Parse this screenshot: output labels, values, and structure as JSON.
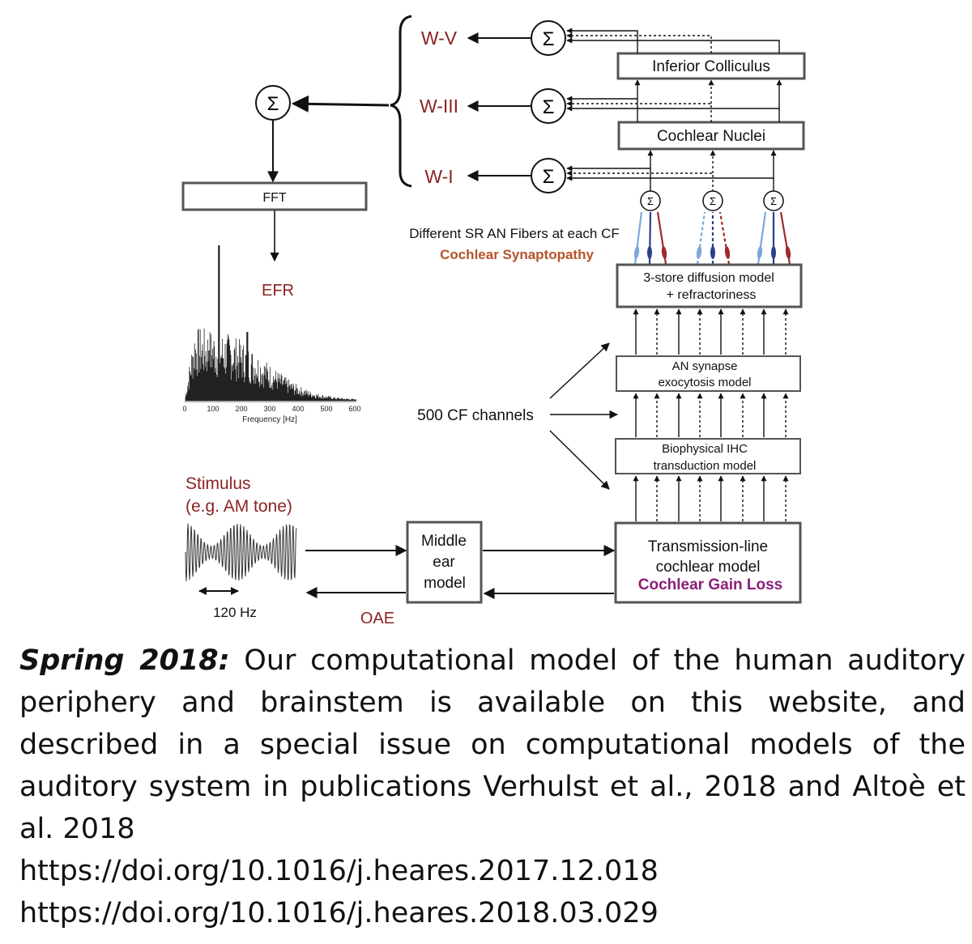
{
  "diagram": {
    "waves": [
      "W-V",
      "W-III",
      "W-I"
    ],
    "sum_symbol": "Σ",
    "boxes": {
      "inferior_colliculus": "Inferior Colliculus",
      "cochlear_nuclei": "Cochlear Nuclei",
      "fft": "FFT",
      "diffusion_line1": "3-store diffusion model",
      "diffusion_line2": "+ refractoriness",
      "synapse_line1": "AN synapse",
      "synapse_line2": "exocytosis model",
      "ihc_line1": "Biophysical IHC",
      "ihc_line2": "transduction model",
      "tl_line1": "Transmission-line",
      "tl_line2": "cochlear model",
      "tl_line3": "Cochlear Gain Loss",
      "middle_ear_line1": "Middle",
      "middle_ear_line2": "ear",
      "middle_ear_line3": "model"
    },
    "labels": {
      "an_fibers": "Different SR AN Fibers at each CF",
      "synaptopathy": "Cochlear Synaptopathy",
      "efr": "EFR",
      "cf_channels": "500 CF channels",
      "stimulus_line1": "Stimulus",
      "stimulus_line2": "(e.g. AM tone)",
      "period": "120 Hz",
      "oae": "OAE"
    },
    "spectrum": {
      "xlabel": "Frequency [Hz]",
      "ticks": [
        "0",
        "100",
        "200",
        "300",
        "400",
        "500",
        "600"
      ]
    },
    "colors": {
      "dark_red": "#8b2323",
      "brown": "#b5532a",
      "purple": "#8a1f78",
      "fiber_light_blue": "#7aa8de",
      "fiber_dark_blue": "#2b3f8c",
      "fiber_red": "#9e2a2a"
    }
  },
  "caption": {
    "lead": "Spring 2018:",
    "body": " Our computational model of the human auditory periphery and brainstem is available on this website, and described in a special issue on computational models of the auditory system in publications Verhulst et al., 2018 and Altoè et al. 2018",
    "doi1": "https://doi.org/10.1016/j.heares.2017.12.018",
    "doi2": "https://doi.org/10.1016/j.heares.2018.03.029"
  }
}
